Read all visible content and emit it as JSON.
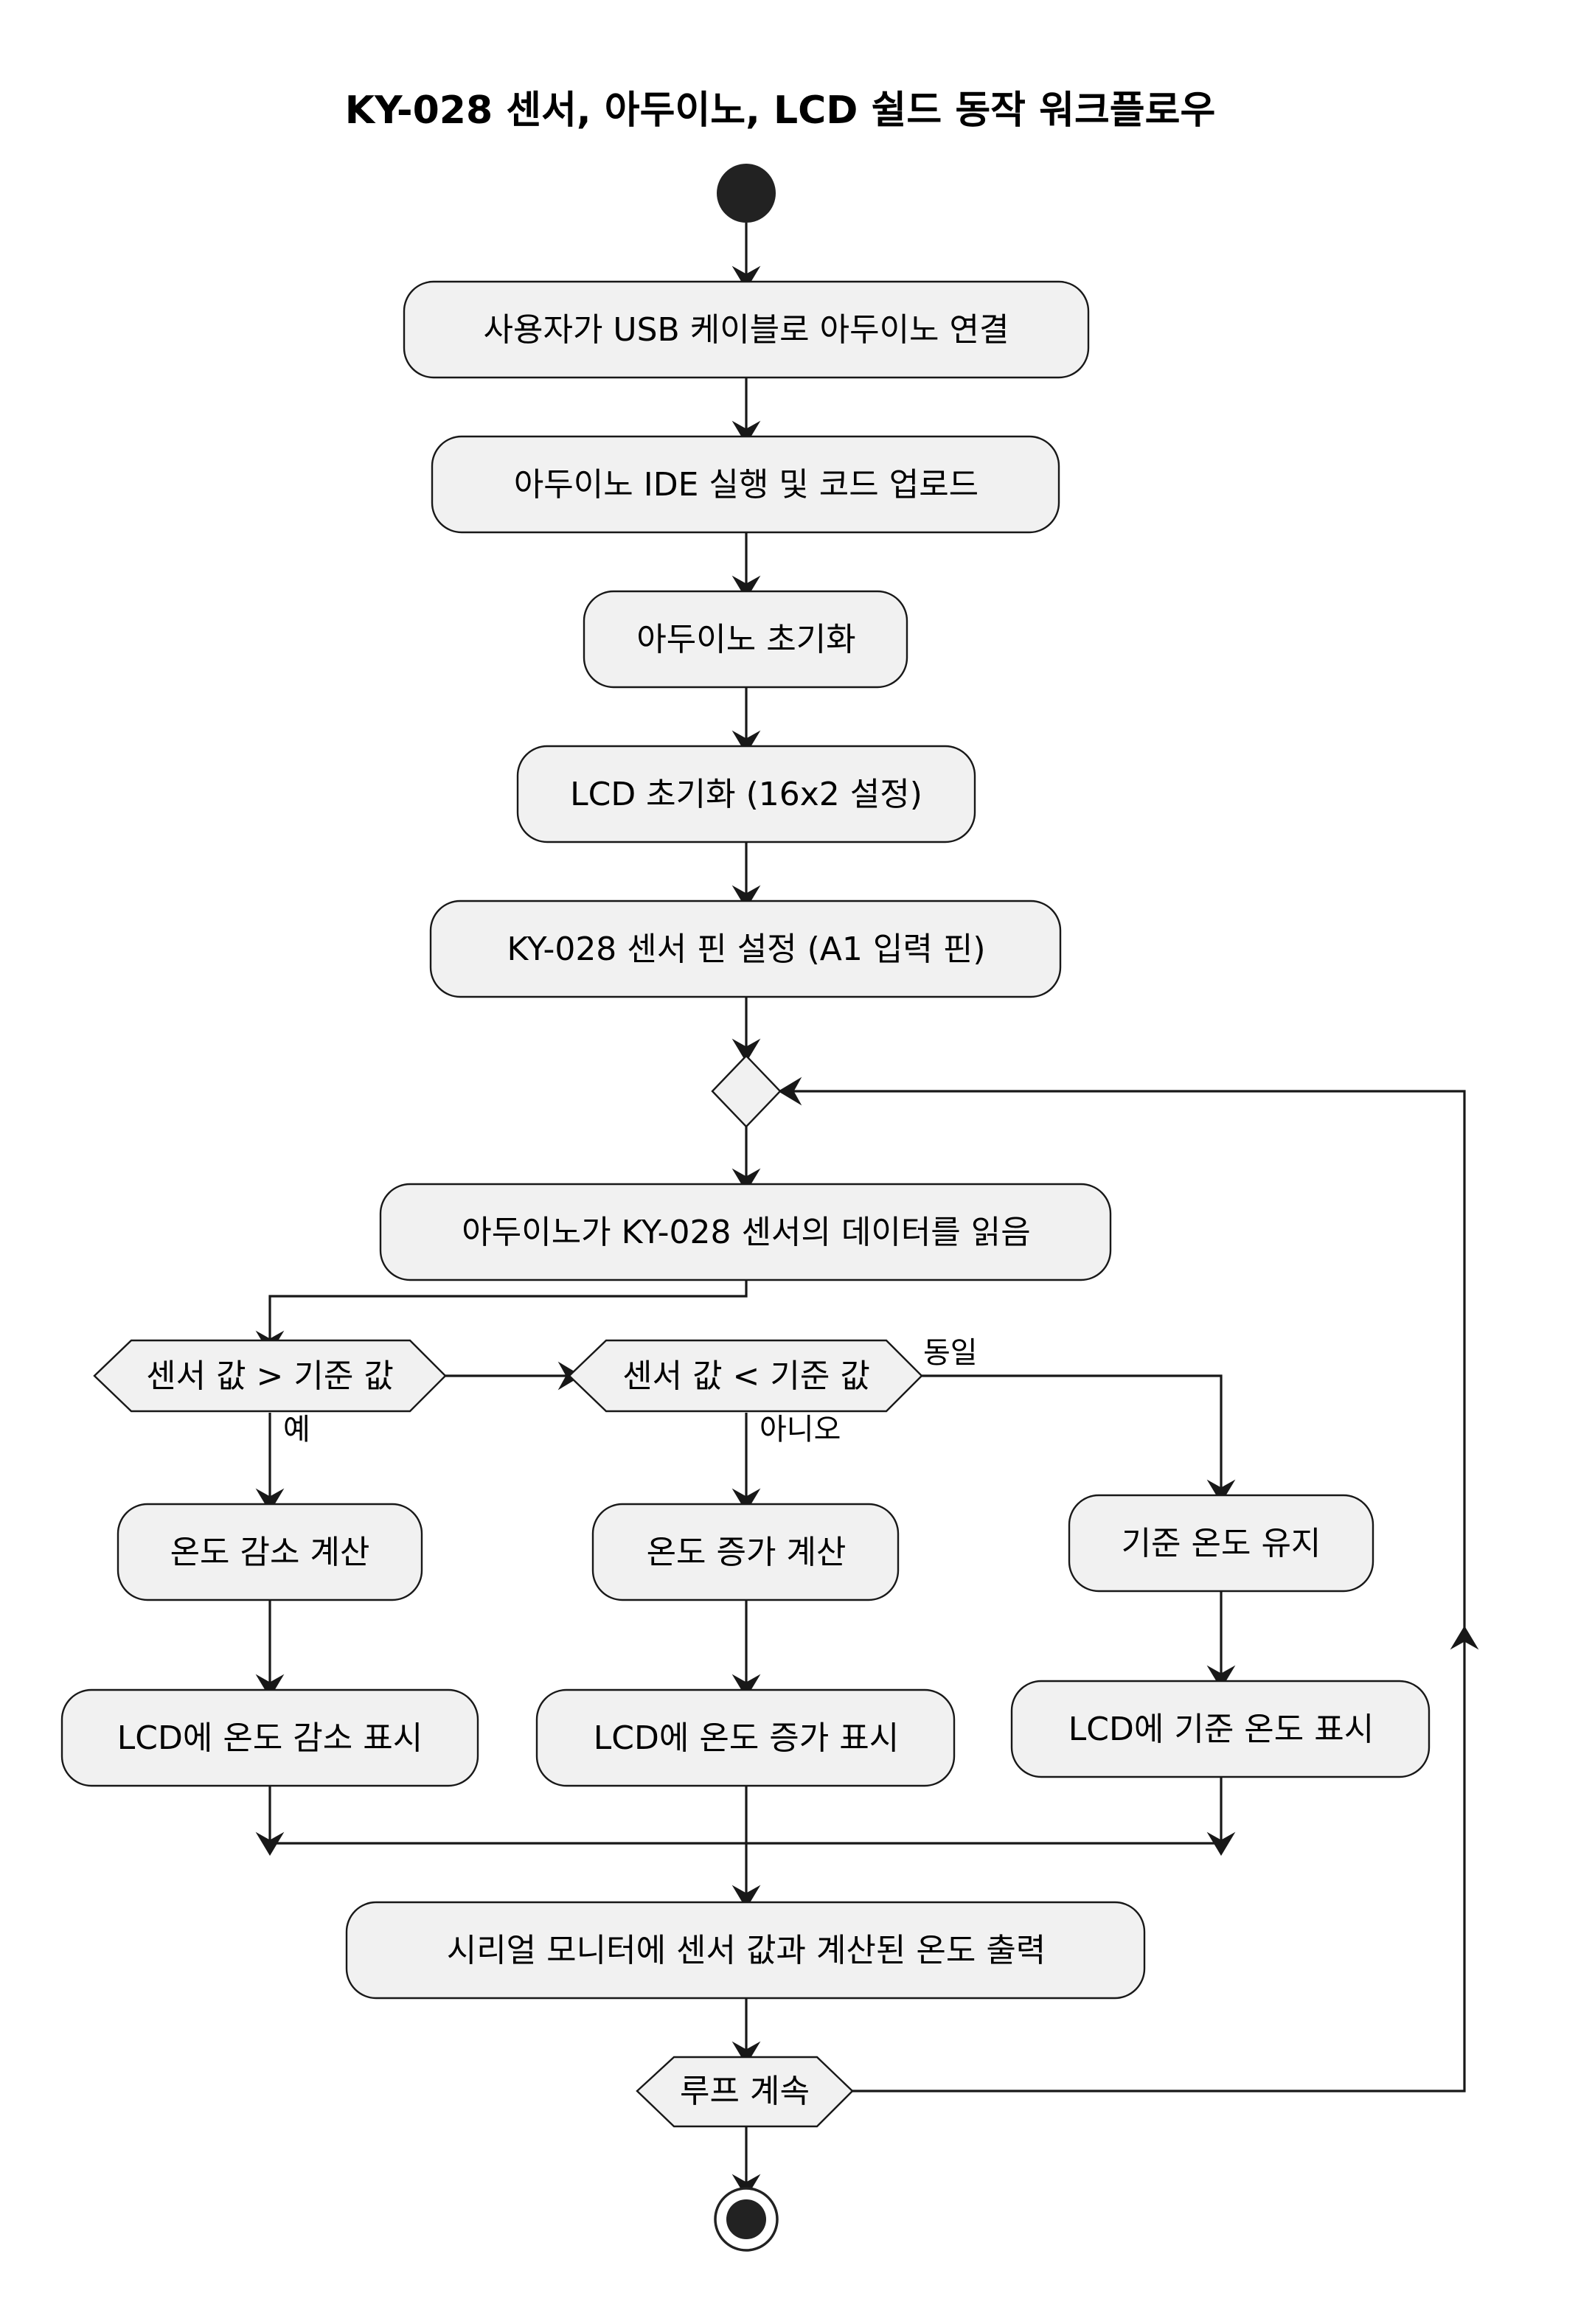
{
  "title": "KY-028 센서, 아두이노, LCD 쉴드 동작 워크플로우",
  "steps": {
    "connect": "사용자가 USB 케이블로 아두이노 연결",
    "upload": "아두이노 IDE 실행 및 코드 업로드",
    "init_arduino": "아두이노 초기화",
    "init_lcd": "LCD 초기화 (16x2 설정)",
    "pin_setup": "KY-028 센서 핀 설정 (A1 입력 핀)",
    "read_sensor": "아두이노가 KY-028 센서의 데이터를 읽음",
    "calc_decrease": "온도 감소 계산",
    "show_decrease": "LCD에 온도 감소 표시",
    "calc_increase": "온도 증가 계산",
    "show_increase": "LCD에 온도 증가 표시",
    "keep_base": "기준 온도 유지",
    "show_base": "LCD에 기준 온도 표시",
    "serial_output": "시리얼 모니터에 센서 값과 계산된 온도 출력"
  },
  "decisions": {
    "greater": "센서 값 > 기준 값",
    "less": "센서 값 < 기준 값",
    "loop": "루프 계속"
  },
  "edge_labels": {
    "yes": "예",
    "no": "아니오",
    "equal": "동일"
  }
}
